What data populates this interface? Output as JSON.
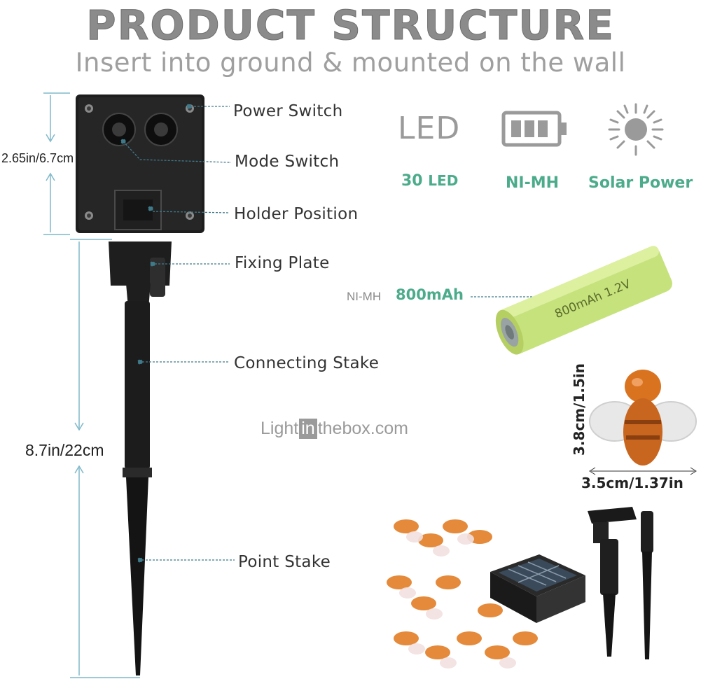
{
  "header": {
    "title": "PRODUCT STRUCTURE",
    "subtitle": "Insert into ground & mounted on the wall"
  },
  "dimensions": {
    "panel_height": "2.65in/6.7cm",
    "stake_height": "8.7in/22cm",
    "bee_height": "3.8cm/1.5in",
    "bee_width": "3.5cm/1.37in"
  },
  "callouts": {
    "power_switch": "Power Switch",
    "mode_switch": "Mode Switch",
    "holder_position": "Holder Position",
    "fixing_plate": "Fixing Plate",
    "connecting_stake": "Connecting Stake",
    "point_stake": "Point Stake"
  },
  "features": [
    {
      "icon": "led-icon",
      "icon_text": "LED",
      "label_number": "30",
      "label_text": "LED"
    },
    {
      "icon": "battery-icon",
      "label_text": "NI-MH"
    },
    {
      "icon": "sun-icon",
      "label_text": "Solar Power"
    }
  ],
  "battery": {
    "type_label": "NI-MH",
    "capacity_label": "800mAh",
    "printed_text": "800mAh 1.2V"
  },
  "watermark": {
    "prefix": "Light",
    "boxed": "in",
    "suffix": "thebox.com"
  },
  "colors": {
    "accent_teal": "#4bab8a",
    "leader_line": "#3f7a8a",
    "dimension_line": "#7fb8c9",
    "panel_black": "#1d1d1d",
    "battery_green": "#c6e27c",
    "bee_orange": "#c8661f"
  }
}
